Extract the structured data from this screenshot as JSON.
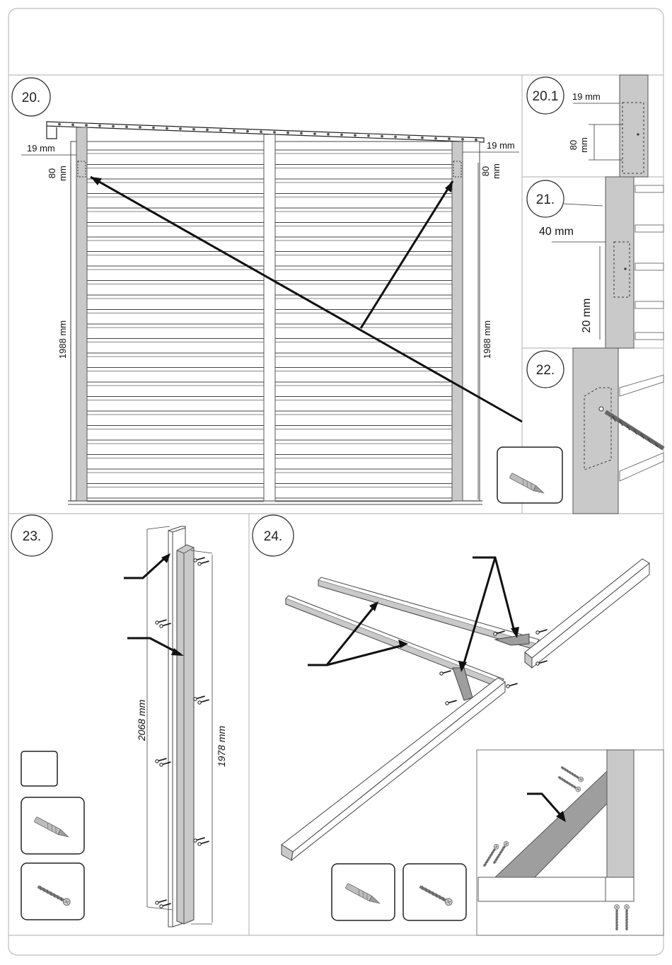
{
  "steps": {
    "s20": "20.",
    "s20_1": "20.1",
    "s21": "21.",
    "s22": "22.",
    "s23": "23.",
    "s24": "24."
  },
  "dims": {
    "d19": "19 mm",
    "d80a": "80",
    "d80b": "mm",
    "d1988": "1988 mm",
    "d40": "40 mm",
    "d20": "20 mm",
    "d2068": "2068 mm",
    "d1978": "1978 mm"
  },
  "icons": [
    "drill-bit-icon",
    "screw-icon"
  ]
}
